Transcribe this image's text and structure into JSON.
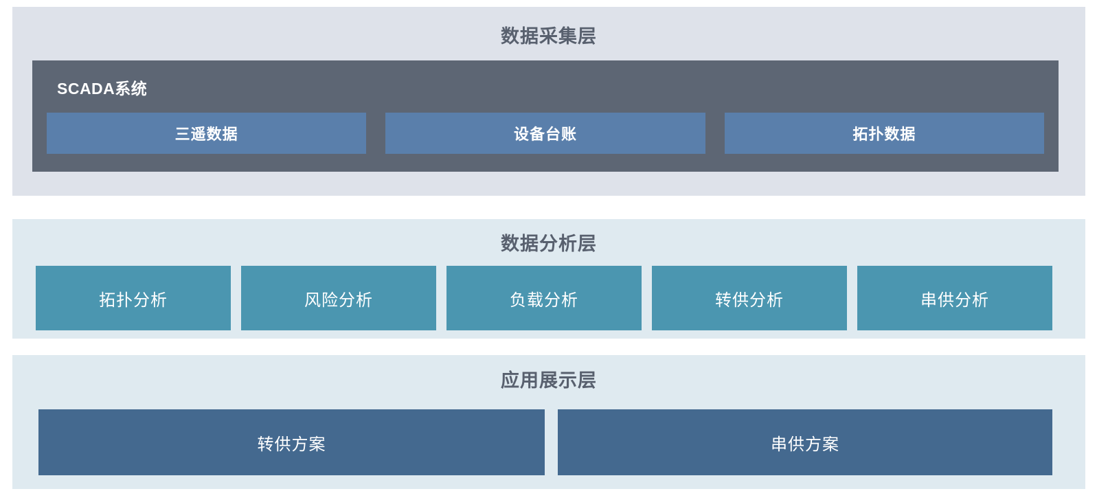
{
  "diagram": {
    "kind": "layered-architecture",
    "palette": {
      "collect_band_bg": "#dee2ea",
      "analysis_band_bg": "#dfeaf0",
      "app_band_bg": "#dfeaf0",
      "scada_box": "#5d6674",
      "scada_item": "#5a7fab",
      "analysis_item": "#4b96b0",
      "app_item": "#44698f",
      "title_text": "#58606e",
      "box_text": "#ffffff",
      "page_bg": "#ffffff"
    }
  },
  "layers": {
    "collect": {
      "title": "数据采集层",
      "system": {
        "label": "SCADA系统",
        "items": [
          {
            "label": "三遥数据"
          },
          {
            "label": "设备台账"
          },
          {
            "label": "拓扑数据"
          }
        ]
      }
    },
    "analysis": {
      "title": "数据分析层",
      "items": [
        {
          "label": "拓扑分析"
        },
        {
          "label": "风险分析"
        },
        {
          "label": "负载分析"
        },
        {
          "label": "转供分析"
        },
        {
          "label": "串供分析"
        }
      ]
    },
    "application": {
      "title": "应用展示层",
      "items": [
        {
          "label": "转供方案"
        },
        {
          "label": "串供方案"
        }
      ]
    }
  }
}
